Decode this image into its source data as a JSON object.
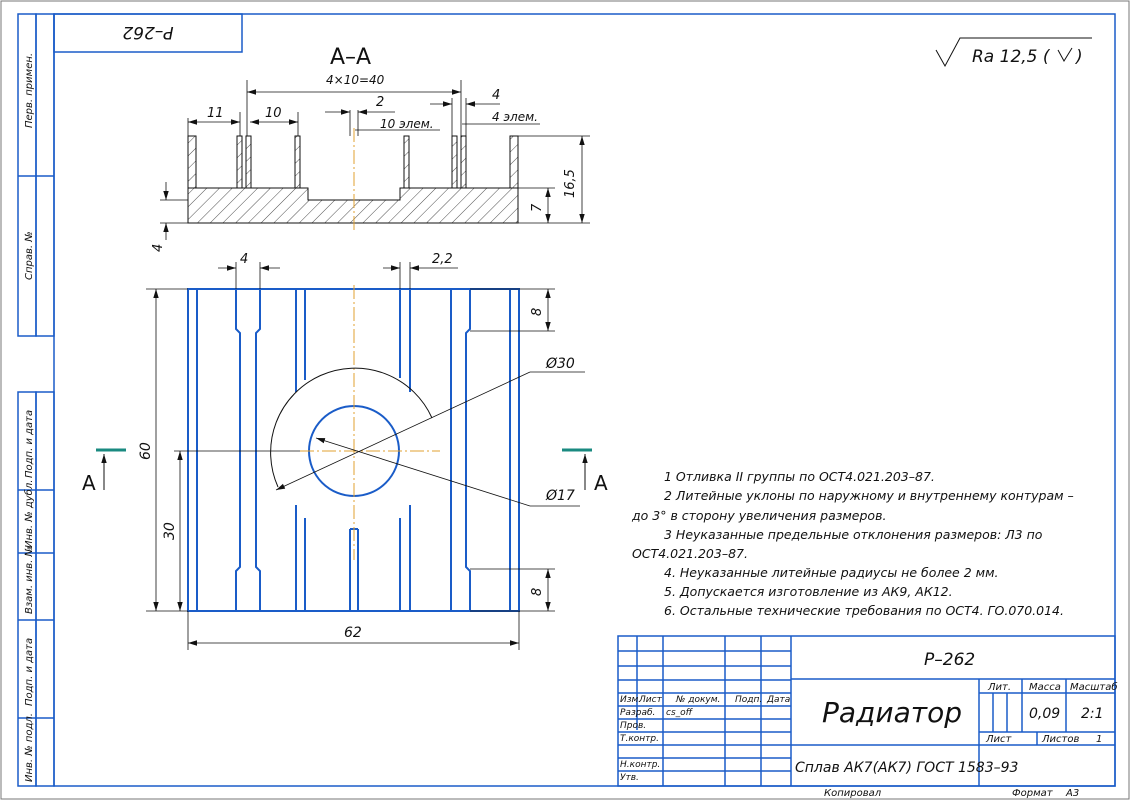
{
  "designation": "Р–262",
  "designation_rotated": "Р–262",
  "roughness": "Ra 12,5 (",
  "section_label": "А–А",
  "section_mark": "А",
  "side_labels": [
    "Перв. примен.",
    "Справ. №",
    "Подп. и дата",
    "Инв. № дубл.",
    "Взам. инв. №",
    "Подп. и дата",
    "Инв. № подл."
  ],
  "dimensions": {
    "pitch": "4×10=40",
    "d11": "11",
    "d10": "10",
    "d2": "2",
    "elem10": "10 элем.",
    "d4": "4",
    "elem4": "4 элем.",
    "h165": "16,5",
    "h7": "7",
    "h4": "4",
    "w4": "4",
    "w22": "2,2",
    "h8a": "8",
    "dia30": "Ø30",
    "h60": "60",
    "dia17": "Ø17",
    "h30": "30",
    "h8b": "8",
    "w62": "62"
  },
  "notes": [
    "1  Отливка II группы по ОСТ4.021.203–87.",
    "2  Литейные уклоны по наружному и внутреннему контурам –",
    "до 3° в сторону увеличения размеров.",
    "3  Неуказанные   предельные   отклонения   размеров:   Л3   по",
    "ОСТ4.021.203–87.",
    "4. Неуказанные литейные радиусы не более 2 мм.",
    "5. Допускается изготовление из АК9, АК12.",
    "6. Остальные технические требования по ОСТ4. ГО.070.014."
  ],
  "title_block": {
    "code": "Р–262",
    "name": "Радиатор",
    "material": "Сплав АК7(АК7) ГОСТ 1583–93",
    "headers": [
      "Изм.",
      "Лист",
      "№ докум.",
      "Подп.",
      "Дата"
    ],
    "roles": [
      "Разраб.",
      "Пров.",
      "Т.контр.",
      "",
      "Н.контр.",
      "Утв."
    ],
    "developer": "cs_off",
    "lit_label": "Лит.",
    "mass_label": "Масса",
    "scale_label": "Масштаб",
    "mass": "0,09",
    "scale": "2:1",
    "sheet_label": "Лист",
    "sheets_label": "Листов",
    "sheets_value": "1"
  },
  "footer": {
    "copied": "Копировал",
    "format_label": "Формат",
    "format_value": "А3"
  }
}
